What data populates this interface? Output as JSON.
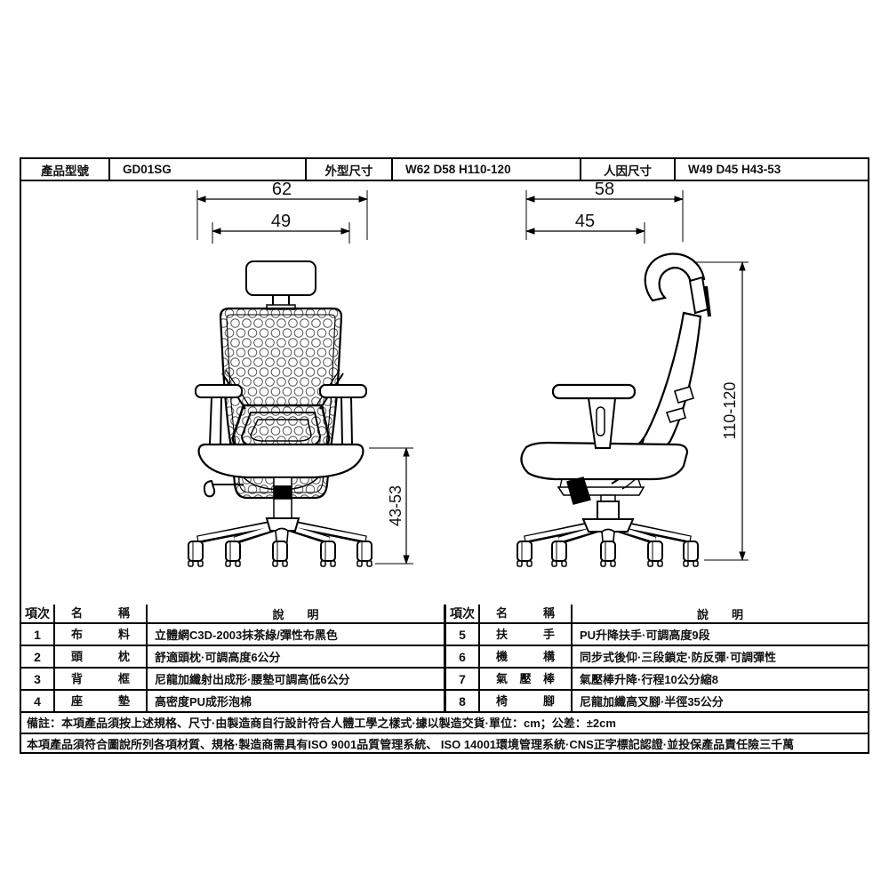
{
  "header": {
    "model_label": "產品型號",
    "model_value": "GD01SG",
    "outer_label": "外型尺寸",
    "outer_value": "W62 D58 H110-120",
    "ergo_label": "人因尺寸",
    "ergo_value": "W49 D45 H43-53"
  },
  "drawing": {
    "front": {
      "width_outer": "62",
      "width_inner": "49",
      "seat_height": "43-53"
    },
    "side": {
      "depth_outer": "58",
      "depth_inner": "45",
      "total_height": "110-120"
    }
  },
  "parts_table": {
    "col_no": "項次",
    "col_name": "名　稱",
    "col_desc": "說　　明",
    "parts": [
      {
        "no": "1",
        "name": "布 料",
        "desc": "立體網C3D-2003抹茶綠/彈性布黑色"
      },
      {
        "no": "2",
        "name": "頭 枕",
        "desc": "舒適頭枕·可調高度6公分"
      },
      {
        "no": "3",
        "name": "背 框",
        "desc": "尼龍加纖射出成形·腰墊可調高低6公分"
      },
      {
        "no": "4",
        "name": "座 墊",
        "desc": "高密度PU成形泡棉"
      },
      {
        "no": "5",
        "name": "扶 手",
        "desc": "PU升降扶手·可調高度9段"
      },
      {
        "no": "6",
        "name": "機 構",
        "desc": "同步式後仰·三段鎖定·防反彈·可調彈性"
      },
      {
        "no": "7",
        "name": "氣 壓 棒",
        "desc": "氣壓棒升降·行程10公分縮8"
      },
      {
        "no": "8",
        "name": "椅 腳",
        "desc": "尼龍加纖高叉腳·半徑35公分"
      }
    ]
  },
  "notes": {
    "line1": "備註：本項產品須按上述規格、尺寸·由製造商自行設計符合人體工學之樣式·據以製造交貨·單位：cm；公差：±2cm",
    "line2": "本項產品須符合圖說所列各項材質、規格·製造商需具有ISO 9001品質管理系統、 ISO 14001環境管理系統·CNS正字標記認證·並投保產品責任險三千萬"
  }
}
